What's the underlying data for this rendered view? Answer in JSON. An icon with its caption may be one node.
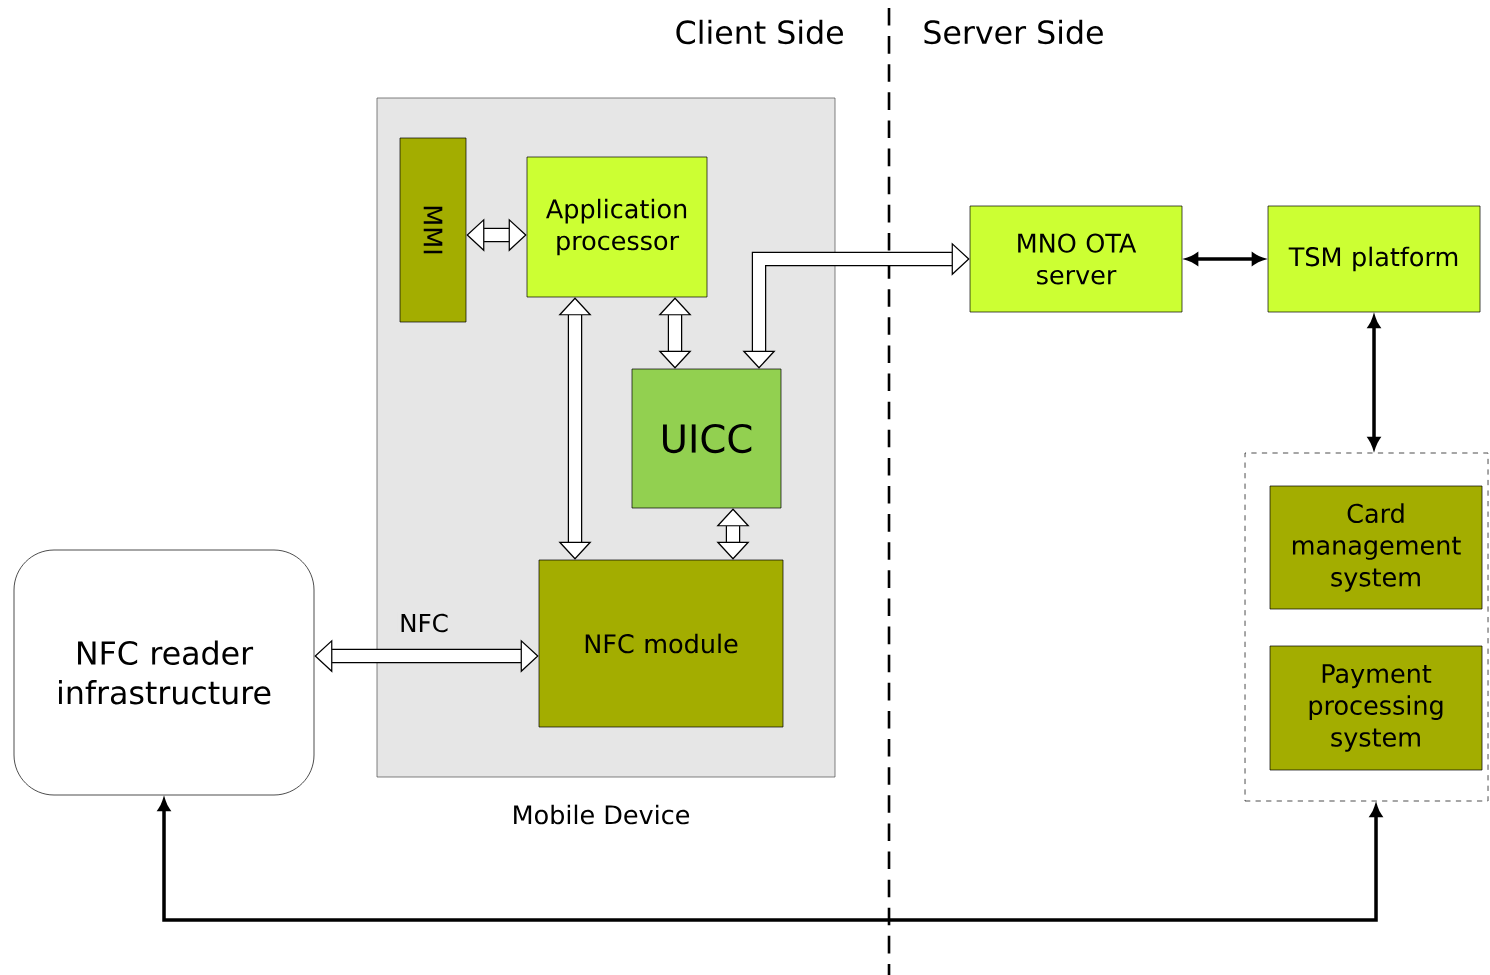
{
  "diagram": {
    "nodes": [
      {
        "text": [
          "Mobile Device"
        ]
      },
      {
        "text": [
          "MMI"
        ],
        "in": 0
      },
      {
        "text": [
          "Application processor"
        ],
        "in": 0
      },
      {
        "text": [
          "UICC"
        ],
        "in": 0
      },
      {
        "text": [
          "NFC module"
        ],
        "in": 0
      },
      {
        "text": [
          "NFC reader infrastructure"
        ]
      },
      {
        "text": [
          "MNO OTA server"
        ]
      },
      {
        "text": [
          "TSM platform"
        ]
      },
      {
        "text": [],
        "shape": "box"
      },
      {
        "text": [
          "Card management system"
        ],
        "in": 8
      },
      {
        "text": [
          "Payment processing system"
        ],
        "in": 8
      }
    ],
    "edges": [
      {
        "from": 1,
        "to": 2,
        "arrow": "both"
      },
      {
        "from": 2,
        "to": 3,
        "arrow": "both"
      },
      {
        "from": 2,
        "to": 4,
        "arrow": "both"
      },
      {
        "from": 3,
        "to": 4,
        "arrow": "both"
      },
      {
        "from": 5,
        "to": 4,
        "arrow": "both",
        "label": "NFC"
      },
      {
        "from": 3,
        "to": 6,
        "arrow": "both"
      },
      {
        "from": 6,
        "to": 7,
        "arrow": "both"
      },
      {
        "from": 7,
        "to": 8,
        "arrow": "both"
      },
      {
        "from": 5,
        "to": 8,
        "arrow": "both"
      }
    ],
    "labels": [
      "Client Side",
      "Server Side"
    ]
  }
}
